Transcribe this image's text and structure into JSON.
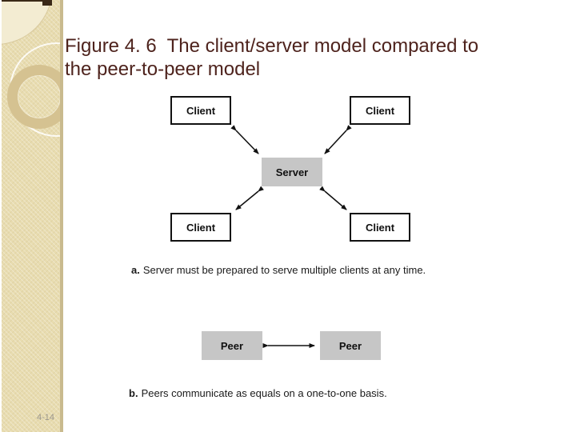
{
  "slide": {
    "title_line1": "Figure 4. 6  The client/server model compared to",
    "title_line2": "the peer-to-peer model",
    "page_number": "4-14"
  },
  "colors": {
    "title": "#4e231d",
    "sidebar_beige": "#e8dcb0",
    "box_gray": "#c6c6c6",
    "arrow_black": "#111111"
  },
  "diagram_a": {
    "nodes": [
      {
        "role": "client-top-left",
        "label": "Client"
      },
      {
        "role": "client-top-right",
        "label": "Client"
      },
      {
        "role": "server",
        "label": "Server"
      },
      {
        "role": "client-bottom-left",
        "label": "Client"
      },
      {
        "role": "client-bottom-right",
        "label": "Client"
      }
    ],
    "caption_label": "a.",
    "caption_text": "Server must be prepared to serve multiple clients at any time."
  },
  "diagram_b": {
    "nodes": [
      {
        "role": "peer-left",
        "label": "Peer"
      },
      {
        "role": "peer-right",
        "label": "Peer"
      }
    ],
    "caption_label": "b.",
    "caption_text": "Peers communicate as equals on a one-to-one basis."
  }
}
